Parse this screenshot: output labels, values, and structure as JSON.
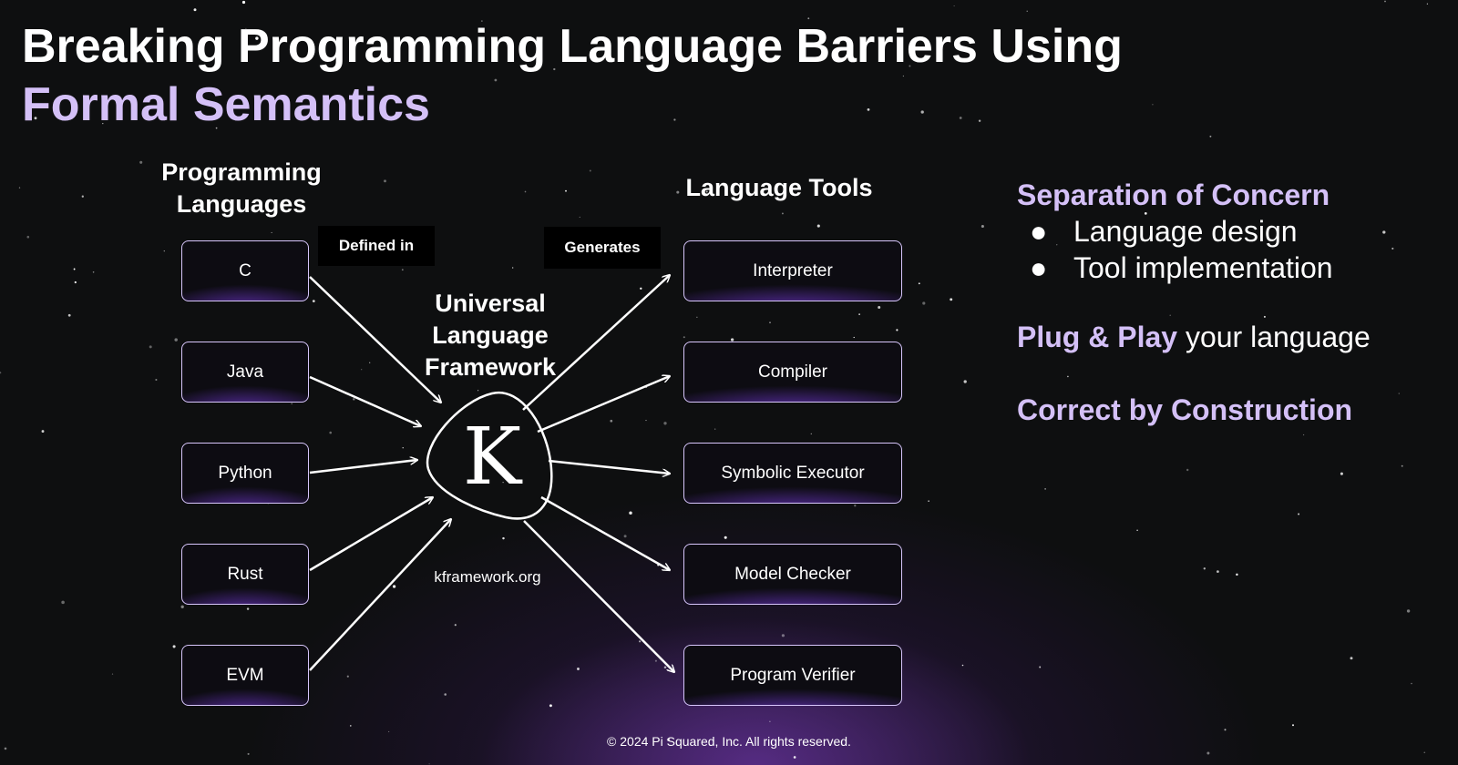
{
  "title": {
    "line1": "Breaking Programming Language Barriers Using",
    "line2": "Formal Semantics"
  },
  "diagram": {
    "languages_heading": "Programming Languages",
    "languages": [
      "C",
      "Java",
      "Python",
      "Rust",
      "EVM"
    ],
    "defined_in_label": "Defined in",
    "framework_label": "Universal Language Framework",
    "framework_logo_letter": "K",
    "framework_url": "kframework.org",
    "generates_label": "Generates",
    "tools_heading": "Language Tools",
    "tools": [
      "Interpreter",
      "Compiler",
      "Symbolic Executor",
      "Model Checker",
      "Program Verifier"
    ]
  },
  "concepts": {
    "separation_heading": "Separation of Concern",
    "separation_items": [
      "Language design",
      "Tool implementation"
    ],
    "plug_play_strong": "Plug & Play",
    "plug_play_rest": " your language",
    "correct_heading": "Correct by Construction"
  },
  "footer": {
    "copyright": "© 2024 Pi Squared, Inc. All rights reserved."
  },
  "colors": {
    "background": "#0e0f10",
    "accent_purple": "#d4c0f7",
    "node_border": "#d7c6fb",
    "node_glow": "#7a3fd0"
  }
}
